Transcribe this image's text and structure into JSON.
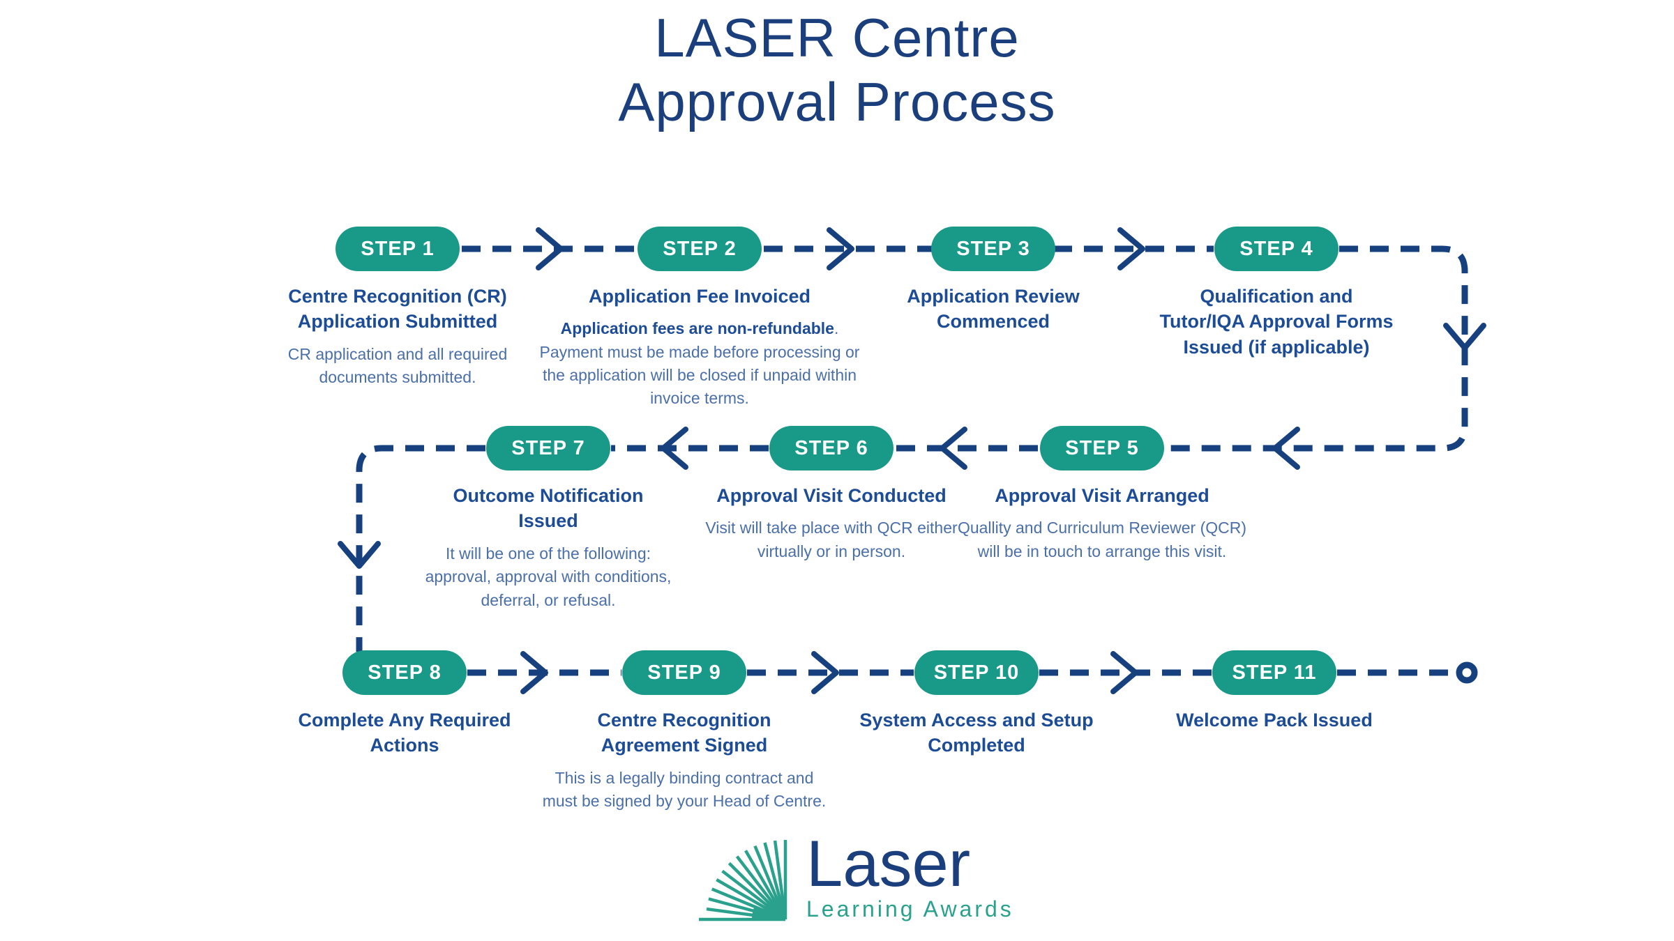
{
  "title": {
    "line1": "LASER Centre",
    "line2": "Approval Process"
  },
  "steps": [
    {
      "label": "STEP 1",
      "heading": "Centre Recognition (CR)\nApplication Submitted",
      "description": "CR application and all required\ndocuments submitted."
    },
    {
      "label": "STEP 2",
      "heading": "Application Fee Invoiced",
      "description_bold": "Application fees are non-refundable",
      "description_rest": ".\nPayment must be made before processing or\nthe application will be closed if unpaid within\ninvoice terms."
    },
    {
      "label": "STEP 3",
      "heading": "Application Review\nCommenced"
    },
    {
      "label": "STEP 4",
      "heading": "Qualification and\nTutor/IQA Approval Forms\nIssued (if applicable)"
    },
    {
      "label": "STEP 5",
      "heading": "Approval Visit Arranged",
      "description": "Quallity and Curriculum Reviewer (QCR)\nwill be in touch to arrange this visit."
    },
    {
      "label": "STEP 6",
      "heading": "Approval Visit Conducted",
      "description": "Visit will take place with QCR either\nvirtually or in person."
    },
    {
      "label": "STEP 7",
      "heading": "Outcome Notification\nIssued",
      "description": "It will be one of the following:\napproval, approval with conditions,\ndeferral, or refusal."
    },
    {
      "label": "STEP 8",
      "heading": "Complete Any Required\nActions"
    },
    {
      "label": "STEP 9",
      "heading": "Centre Recognition\nAgreement Signed",
      "description": "This is a legally binding contract and\nmust be signed by your Head of Centre."
    },
    {
      "label": "STEP 10",
      "heading": "System Access and Setup\nCompleted"
    },
    {
      "label": "STEP 11",
      "heading": "Welcome Pack Issued"
    }
  ],
  "logo": {
    "wordmark": "Laser",
    "subtitle": "Learning Awards"
  },
  "colors": {
    "pill_teal": "#199a88",
    "title_navy": "#1b3e7c",
    "heading_blue": "#1d4c96",
    "body_blue": "#4b6fa9",
    "connector_navy": "#16417e",
    "logo_teal": "#2aa18c"
  }
}
